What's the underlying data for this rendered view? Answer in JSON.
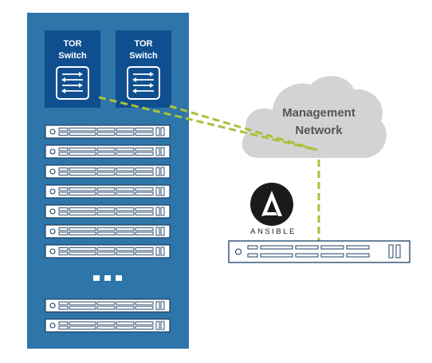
{
  "rack": {
    "tor_switches": [
      {
        "line1": "TOR",
        "line2": "Switch"
      },
      {
        "line1": "TOR",
        "line2": "Switch"
      }
    ],
    "ellipsis": "• • •"
  },
  "cloud": {
    "line1": "Management",
    "line2": "Network"
  },
  "ansible": {
    "logo_letter": "A",
    "label": "ANSIBLE"
  },
  "colors": {
    "rack_blue": "#2e75a9",
    "switch_blue": "#0f4f8f",
    "cloud_gray": "#d2d3d5",
    "dashed_line": "#a8c23a",
    "server_stroke": "#1b3f66",
    "ansible_black": "#1a1a1a"
  },
  "icons": [
    "switch-arrows-icon",
    "cloud-icon",
    "ansible-logo-icon",
    "server-unit-icon"
  ]
}
